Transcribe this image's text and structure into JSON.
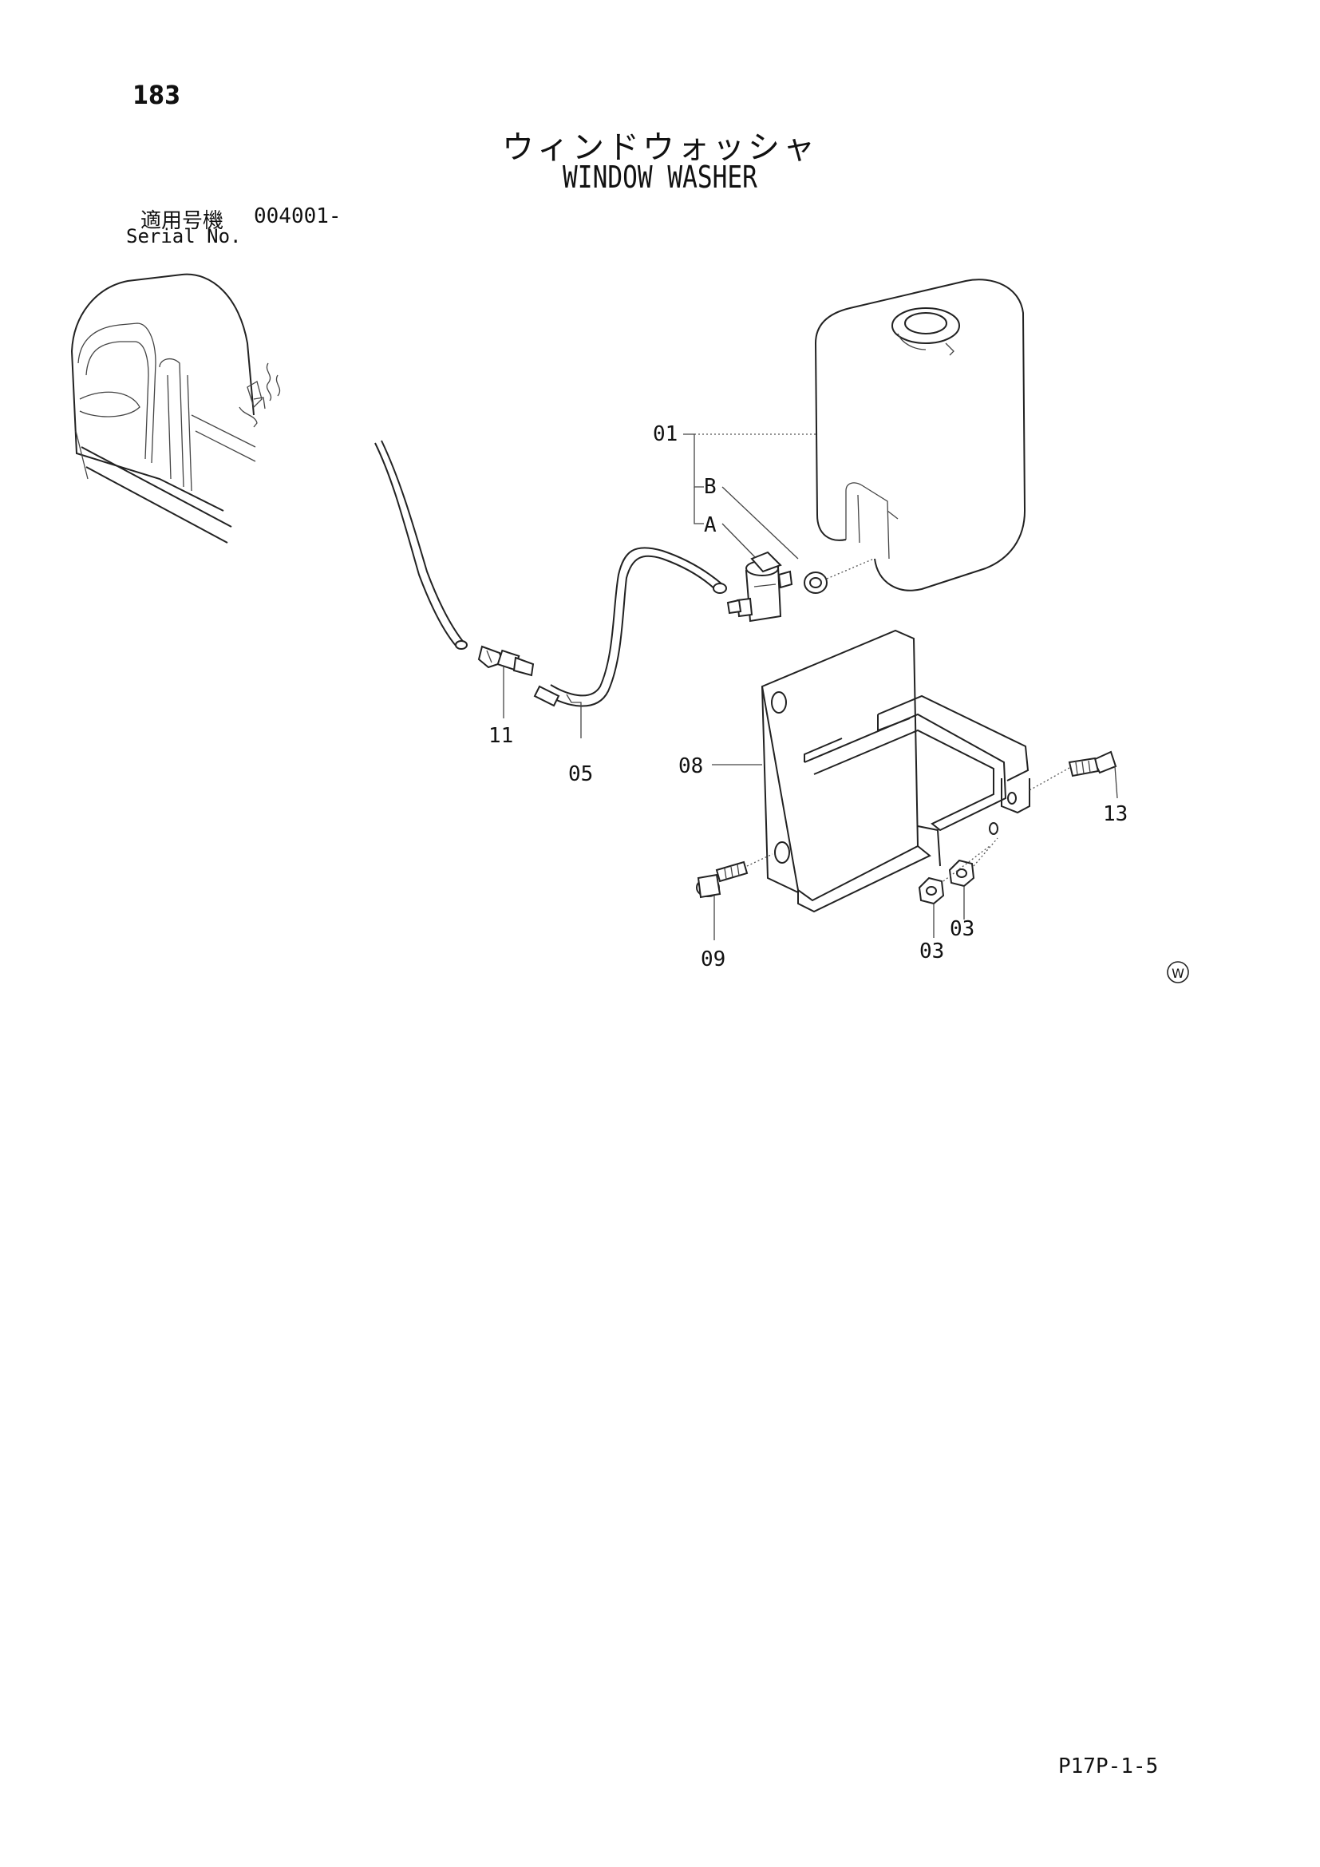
{
  "page": {
    "number": "183",
    "title_ja": "ウィンドウォッシャ",
    "title_en": "WINDOW WASHER",
    "serial_label_ja": "適用号機",
    "serial_value": "004001-",
    "serial_label_en": "Serial No.",
    "footer_code": "P17P-1-5"
  },
  "callouts": {
    "c01": "01",
    "cB": "B",
    "cA": "A",
    "c11": "11",
    "c05": "05",
    "c08": "08",
    "c13": "13",
    "c09": "09",
    "c03a": "03",
    "c03b": "03"
  },
  "marks": {
    "circled_w": "W"
  }
}
